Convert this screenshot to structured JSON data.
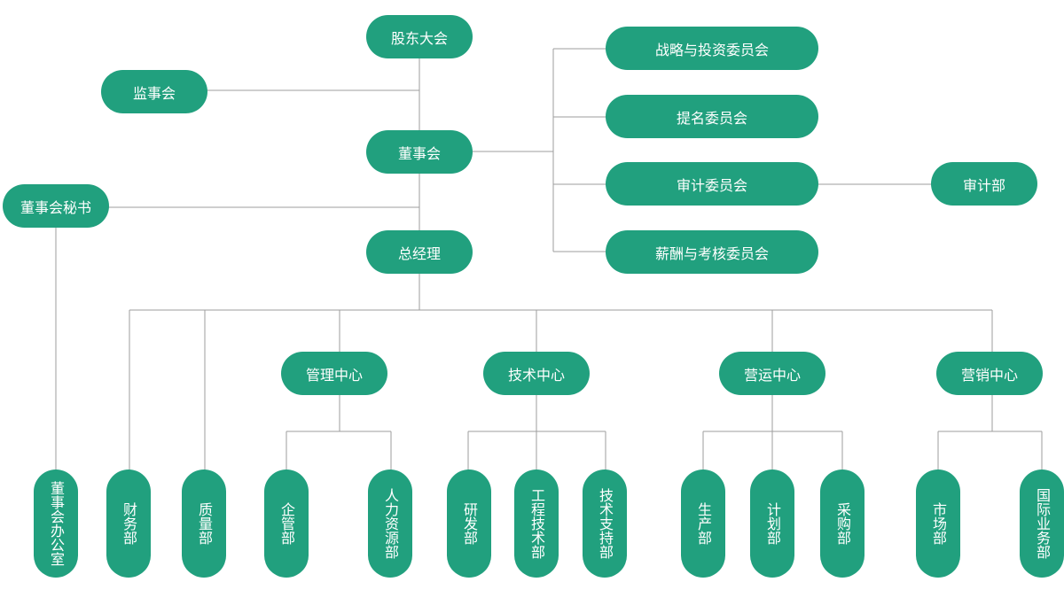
{
  "colors": {
    "node_fill": "#21a07e",
    "node_text": "#ffffff",
    "line": "#9e9e9e"
  },
  "nodes": {
    "shareholders": "股东大会",
    "supervisors": "监事会",
    "board": "董事会",
    "board_secretary": "董事会秘书",
    "general_manager": "总经理",
    "strategy_committee": "战略与投资委员会",
    "nomination_committee": "提名委员会",
    "audit_committee": "审计委员会",
    "compensation_committee": "薪酬与考核委员会",
    "audit_dept": "审计部",
    "mgmt_center": "管理中心",
    "tech_center": "技术中心",
    "ops_center": "营运中心",
    "sales_center": "营销中心",
    "board_office": "董事会办公室",
    "finance_dept": "财务部",
    "quality_dept": "质量部",
    "enterprise_dept": "企管部",
    "hr_dept": "人力资源部",
    "rd_dept": "研发部",
    "engineering_dept": "工程技术部",
    "tech_support_dept": "技术支持部",
    "production_dept": "生产部",
    "planning_dept": "计划部",
    "purchasing_dept": "采购部",
    "market_dept": "市场部",
    "intl_business_dept": "国际业务部"
  }
}
